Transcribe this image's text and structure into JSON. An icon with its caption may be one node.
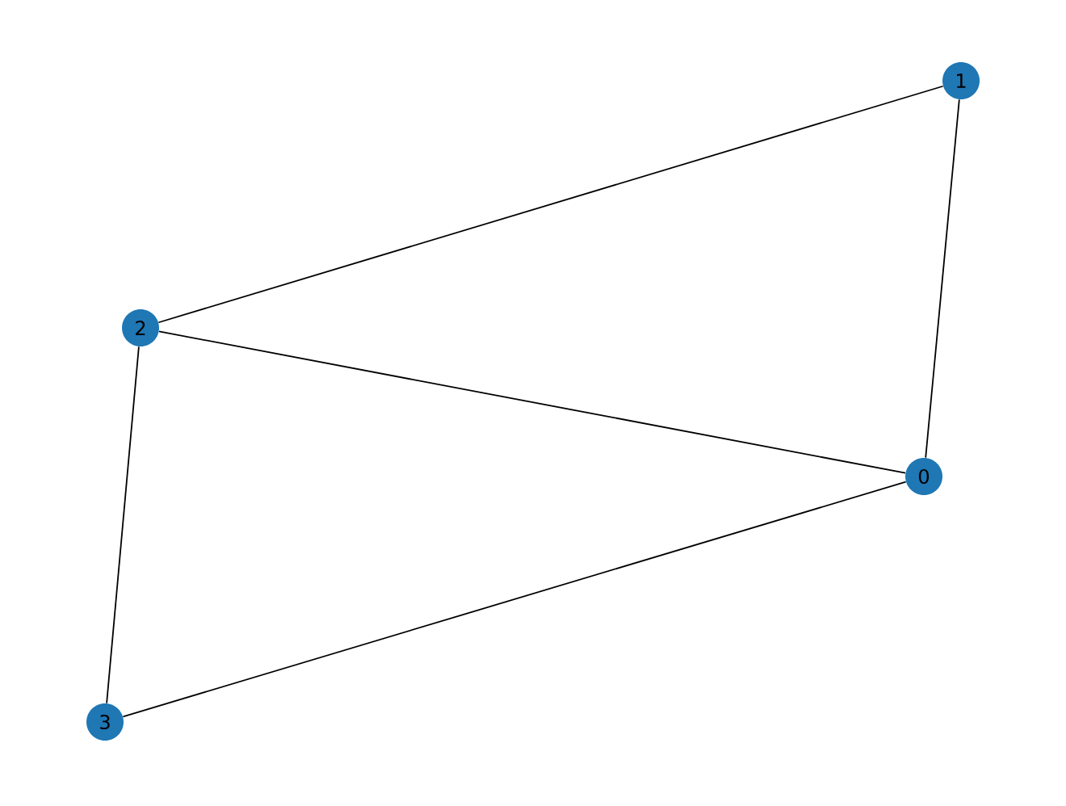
{
  "diagram": {
    "nodes": [
      {
        "text": [
          "0"
        ]
      },
      {
        "text": [
          "1"
        ]
      },
      {
        "text": [
          "2"
        ]
      },
      {
        "text": [
          "3"
        ]
      }
    ],
    "edges": [
      {
        "from": 0,
        "to": 1,
        "arrow": "none"
      },
      {
        "from": 0,
        "to": 2,
        "arrow": "none"
      },
      {
        "from": 0,
        "to": 3,
        "arrow": "none"
      },
      {
        "from": 1,
        "to": 2,
        "arrow": "none"
      },
      {
        "from": 2,
        "to": 3,
        "arrow": "none"
      }
    ]
  }
}
